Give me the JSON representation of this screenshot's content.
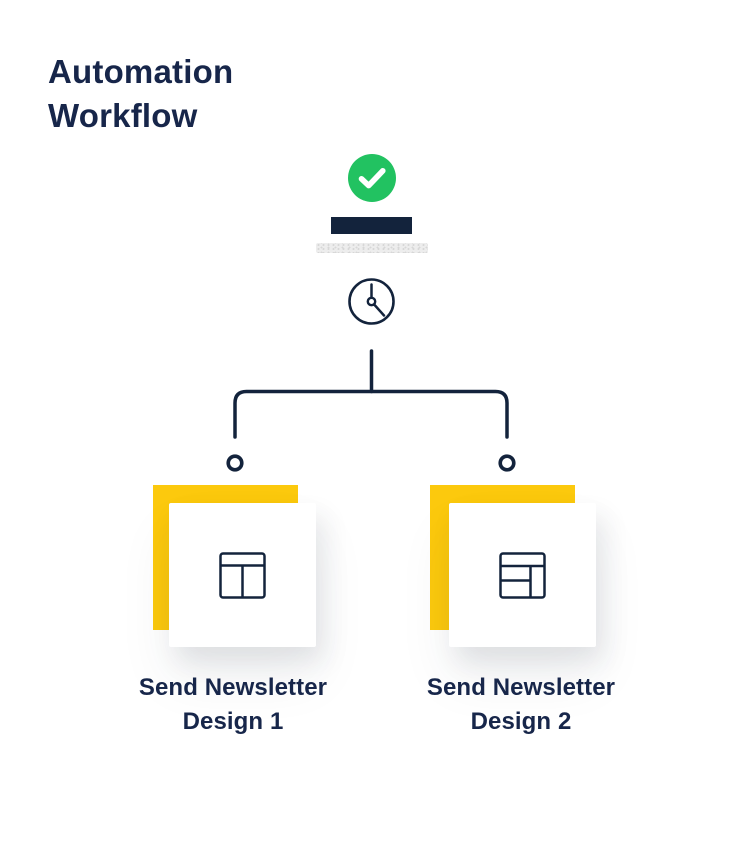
{
  "colors": {
    "navy": "#17264a",
    "ink": "#13233c",
    "green": "#22c261",
    "yellow": "#fcc90d",
    "card": "#ffffff",
    "placeholder-bg": "#ededed",
    "placeholder-dot": "#d7d7d7"
  },
  "header": {
    "title": "Automation Workflow"
  },
  "workflow": {
    "status_icon": "check-circle-icon",
    "trigger_icon": "clock-icon",
    "node_title_bar": "redacted-title-bar",
    "node_subtitle_bar": "redacted-subtitle-line"
  },
  "branches": [
    {
      "icon": "newsletter-layout-columns-icon",
      "label_line1": "Send Newsletter",
      "label_line2": "Design 1"
    },
    {
      "icon": "newsletter-layout-rows-icon",
      "label_line1": "Send Newsletter",
      "label_line2": "Design 2"
    }
  ]
}
